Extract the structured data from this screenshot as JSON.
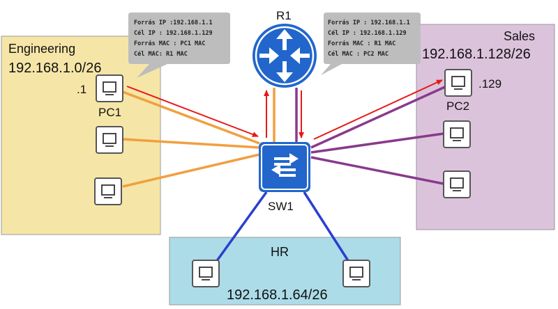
{
  "colors": {
    "engineering_zone": "#f5e6a8",
    "sales_zone": "#dcc3dc",
    "hr_zone": "#acdce8",
    "engineering_link": "#f0a040",
    "sales_link": "#883a8c",
    "hr_link": "#2a3fd0",
    "frame_arrow": "#e81818",
    "device_blue": "#2266cc",
    "callout_bg": "#bdbdbd"
  },
  "zones": {
    "engineering": {
      "name": "Engineering",
      "subnet": "192.168.1.0/26"
    },
    "sales": {
      "name": "Sales",
      "subnet": "192.168.1.128/26"
    },
    "hr": {
      "name": "HR",
      "subnet": "192.168.1.64/26"
    }
  },
  "devices": {
    "router": {
      "label": "R1",
      "icon": "router-icon"
    },
    "switch": {
      "label": "SW1",
      "icon": "switch-icon"
    },
    "pc1": {
      "label": "PC1",
      "host": ".1",
      "icon": "pc-icon"
    },
    "pc2": {
      "label": "PC2",
      "host": ".129",
      "icon": "pc-icon"
    }
  },
  "callouts": {
    "left": [
      "Forrás IP :192.168.1.1",
      "Cél IP : 192.168.1.129",
      "Forrás MAC : PC1 MAC",
      "Cél MAC: R1 MAC"
    ],
    "right": [
      "Forrás IP : 192.168.1.1",
      "Cél IP : 192.168.1.129",
      "Forrás MAC : R1 MAC",
      "Cél MAC : PC2 MAC"
    ]
  }
}
